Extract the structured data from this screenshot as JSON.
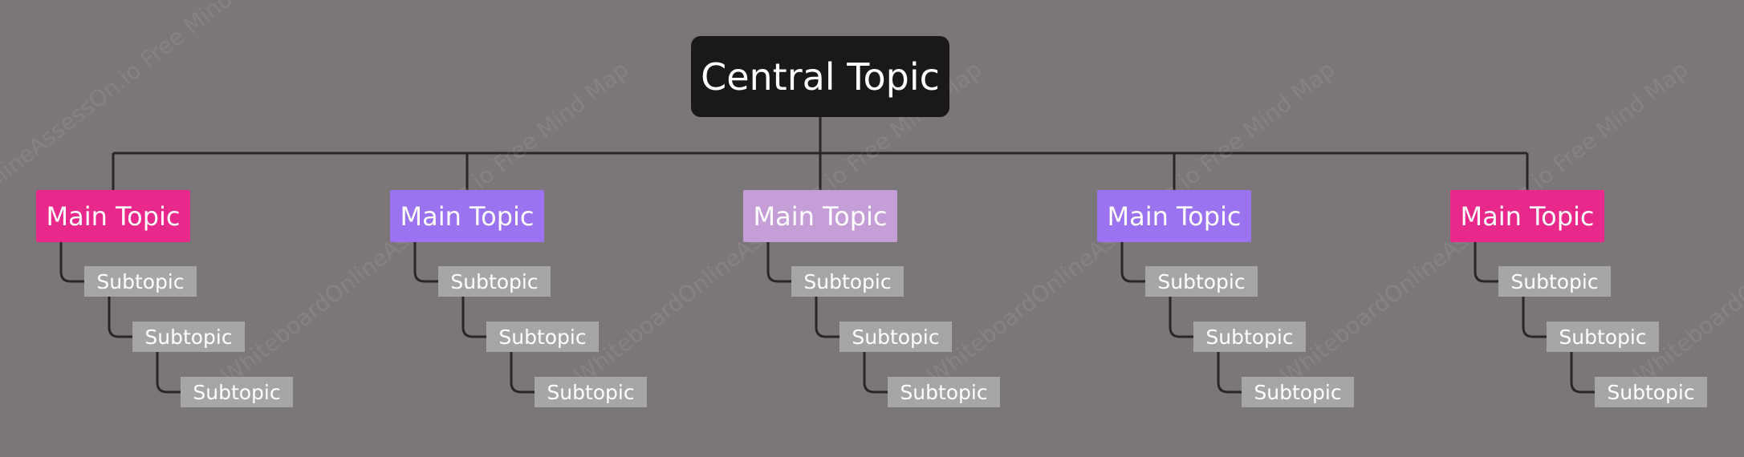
{
  "central": {
    "label": "Central Topic",
    "color": "#1a1819"
  },
  "line_color": "#2a2627",
  "sub_color": "#a6a6a6",
  "watermark_text": "WhiteboardOnlineAssessOn.io Free Mind Map",
  "branches": [
    {
      "label": "Main Topic",
      "color": "#e8288a",
      "subtopics": [
        "Subtopic",
        "Subtopic",
        "Subtopic"
      ]
    },
    {
      "label": "Main Topic",
      "color": "#9b73f0",
      "subtopics": [
        "Subtopic",
        "Subtopic",
        "Subtopic"
      ]
    },
    {
      "label": "Main Topic",
      "color": "#c59ed8",
      "subtopics": [
        "Subtopic",
        "Subtopic",
        "Subtopic"
      ]
    },
    {
      "label": "Main Topic",
      "color": "#9b73f0",
      "subtopics": [
        "Subtopic",
        "Subtopic",
        "Subtopic"
      ]
    },
    {
      "label": "Main Topic",
      "color": "#e8288a",
      "subtopics": [
        "Subtopic",
        "Subtopic",
        "Subtopic"
      ]
    }
  ]
}
